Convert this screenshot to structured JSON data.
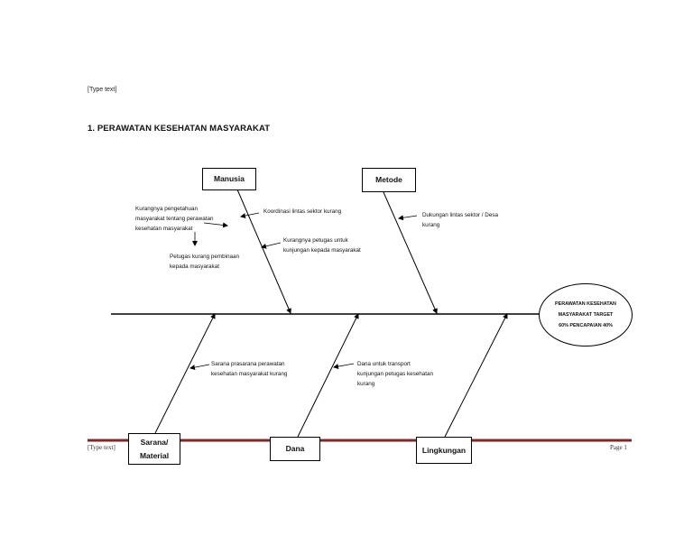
{
  "page": {
    "header_text": "[Type text]",
    "title": "1. PERAWATAN KESEHATAN MASYARAKAT",
    "footer_left": "[Type text]",
    "footer_right": "Page 1",
    "footer_rule_color": "#7a2a2a"
  },
  "diagram": {
    "effect_label": "PERAWATAN KESEHATAN\nMASYARAKAT TARGET\n60% PENCAPAIAN 40%",
    "categories": {
      "manusia": "Manusia",
      "metode": "Metode",
      "sarana": "Sarana/\nMaterial",
      "dana": "Dana",
      "lingkungan": "Lingkungan"
    },
    "causes": {
      "c1": "Kurangnya pengetahuan\nmasyarakat tentang perawatan\nkesehatan masyarakat",
      "c2": "Koordinasi lintas sektor kurang",
      "c3": "Petugas kurang pembinaan\nkepada masyarakat",
      "c4": "Kurangnya petugas untuk\nkunjungan kepada masyarakat",
      "c5": "Dukungan lintas sektor / Desa\nkurang",
      "c6": "Sarana prasarana perawatan\nkesehatan masyarakat kurang",
      "c7": "Dana untuk transport\nkunjungan petugas kesehatan\nkurang"
    }
  }
}
